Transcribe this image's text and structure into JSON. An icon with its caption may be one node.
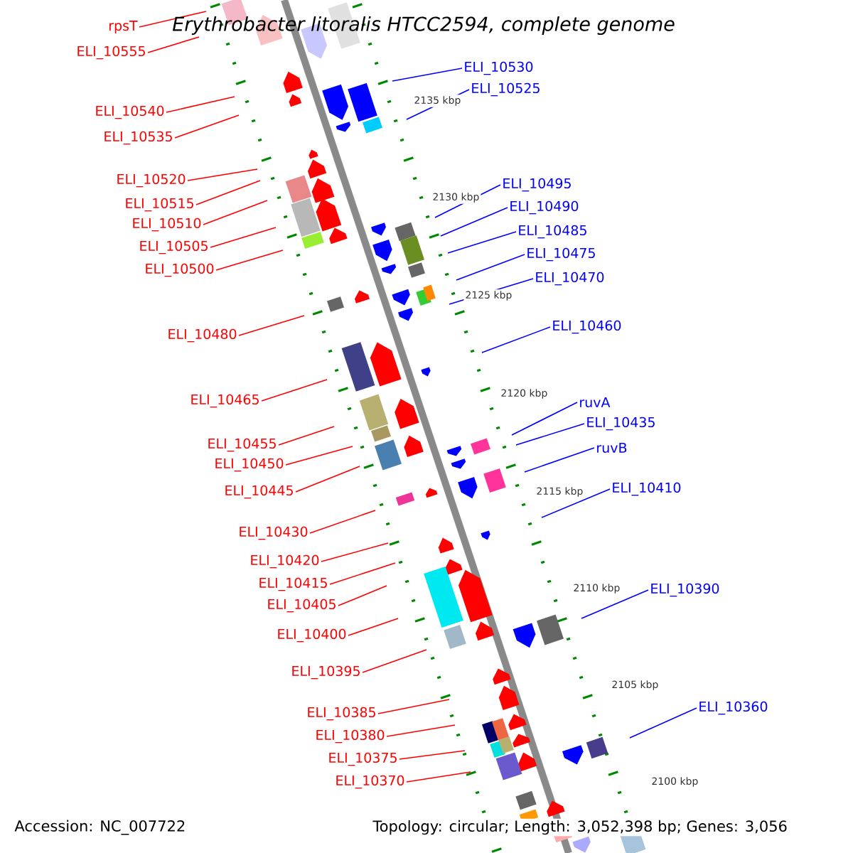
{
  "diagram": {
    "title": "Erythrobacter litoralis HTCC2594, complete genome",
    "nodes": [
      {
        "text": [
          "rpsT"
        ]
      },
      {
        "text": [
          "ELI_10555"
        ]
      },
      {
        "text": [
          "ELI_10540"
        ]
      },
      {
        "text": [
          "ELI_10535"
        ]
      },
      {
        "text": [
          "ELI_10520"
        ]
      },
      {
        "text": [
          "ELI_10515"
        ]
      },
      {
        "text": [
          "ELI_10510"
        ]
      },
      {
        "text": [
          "ELI_10505"
        ]
      },
      {
        "text": [
          "ELI_10500"
        ]
      },
      {
        "text": [
          "ELI_10480"
        ]
      },
      {
        "text": [
          "ELI_10465"
        ]
      },
      {
        "text": [
          "ELI_10455"
        ]
      },
      {
        "text": [
          "ELI_10450"
        ]
      },
      {
        "text": [
          "ELI_10445"
        ]
      },
      {
        "text": [
          "ELI_10430"
        ]
      },
      {
        "text": [
          "ELI_10420"
        ]
      },
      {
        "text": [
          "ELI_10415"
        ]
      },
      {
        "text": [
          "ELI_10405"
        ]
      },
      {
        "text": [
          "ELI_10400"
        ]
      },
      {
        "text": [
          "ELI_10395"
        ]
      },
      {
        "text": [
          "ELI_10385"
        ]
      },
      {
        "text": [
          "ELI_10380"
        ]
      },
      {
        "text": [
          "ELI_10375"
        ]
      },
      {
        "text": [
          "ELI_10370"
        ]
      },
      {
        "text": [
          "ELI_10530"
        ]
      },
      {
        "text": [
          "ELI_10525"
        ]
      },
      {
        "text": [
          "ELI_10495"
        ]
      },
      {
        "text": [
          "ELI_10490"
        ]
      },
      {
        "text": [
          "ELI_10485"
        ]
      },
      {
        "text": [
          "ELI_10475"
        ]
      },
      {
        "text": [
          "ELI_10470"
        ]
      },
      {
        "text": [
          "ELI_10460"
        ]
      },
      {
        "text": [
          "ruvA"
        ]
      },
      {
        "text": [
          "ELI_10435"
        ]
      },
      {
        "text": [
          "ruvB"
        ]
      },
      {
        "text": [
          "ELI_10410"
        ]
      },
      {
        "text": [
          "ELI_10390"
        ]
      },
      {
        "text": [
          "ELI_10360"
        ]
      }
    ],
    "edges": [
      {
        "from": 0,
        "to": null,
        "arrow": "none"
      },
      {
        "from": 1,
        "to": null,
        "arrow": "none"
      },
      {
        "from": 2,
        "to": null,
        "arrow": "none"
      },
      {
        "from": 3,
        "to": null,
        "arrow": "none"
      },
      {
        "from": 4,
        "to": null,
        "arrow": "none"
      },
      {
        "from": 5,
        "to": null,
        "arrow": "none"
      },
      {
        "from": 6,
        "to": null,
        "arrow": "none"
      },
      {
        "from": 7,
        "to": null,
        "arrow": "none"
      },
      {
        "from": 8,
        "to": null,
        "arrow": "none"
      },
      {
        "from": 9,
        "to": null,
        "arrow": "none"
      },
      {
        "from": 10,
        "to": null,
        "arrow": "none"
      },
      {
        "from": 11,
        "to": null,
        "arrow": "none"
      },
      {
        "from": 12,
        "to": null,
        "arrow": "none"
      },
      {
        "from": 13,
        "to": null,
        "arrow": "none"
      },
      {
        "from": 14,
        "to": null,
        "arrow": "none"
      },
      {
        "from": 15,
        "to": null,
        "arrow": "none"
      },
      {
        "from": 16,
        "to": null,
        "arrow": "none"
      },
      {
        "from": 17,
        "to": null,
        "arrow": "none"
      },
      {
        "from": 18,
        "to": null,
        "arrow": "none"
      },
      {
        "from": 19,
        "to": null,
        "arrow": "none"
      },
      {
        "from": 20,
        "to": null,
        "arrow": "none"
      },
      {
        "from": 21,
        "to": null,
        "arrow": "none"
      },
      {
        "from": 22,
        "to": null,
        "arrow": "none"
      },
      {
        "from": 23,
        "to": null,
        "arrow": "none"
      },
      {
        "from": 24,
        "to": null,
        "arrow": "none",
        "color": "#0000ff"
      },
      {
        "from": 25,
        "to": null,
        "arrow": "none",
        "color": "#0000ff"
      },
      {
        "from": 26,
        "to": null,
        "arrow": "none",
        "color": "#0000ff"
      },
      {
        "from": 27,
        "to": null,
        "arrow": "none",
        "color": "#0000ff"
      },
      {
        "from": 28,
        "to": null,
        "arrow": "none",
        "color": "#0000ff"
      },
      {
        "from": 29,
        "to": null,
        "arrow": "none",
        "color": "#0000ff"
      },
      {
        "from": 30,
        "to": null,
        "arrow": "none",
        "color": "#0000ff"
      },
      {
        "from": 31,
        "to": null,
        "arrow": "none",
        "color": "#0000ff"
      },
      {
        "from": 32,
        "to": null,
        "arrow": "none",
        "color": "#0000ff"
      },
      {
        "from": 33,
        "to": null,
        "arrow": "none",
        "color": "#0000ff"
      },
      {
        "from": 34,
        "to": null,
        "arrow": "none",
        "color": "#0000ff"
      },
      {
        "from": 35,
        "to": null,
        "arrow": "none",
        "color": "#0000ff"
      },
      {
        "from": 36,
        "to": null,
        "arrow": "none",
        "color": "#0000ff"
      },
      {
        "from": 37,
        "to": null,
        "arrow": "none",
        "color": "#0000ff"
      }
    ],
    "labels": [
      "2135 kbp",
      "2130 kbp",
      "2125 kbp",
      "2120 kbp",
      "2115 kbp",
      "2110 kbp",
      "2105 kbp",
      "2100 kbp",
      "Accession: NC_007722",
      "Topology: circular; Length: 3,052,398 bp; Genes: 3,056"
    ]
  }
}
